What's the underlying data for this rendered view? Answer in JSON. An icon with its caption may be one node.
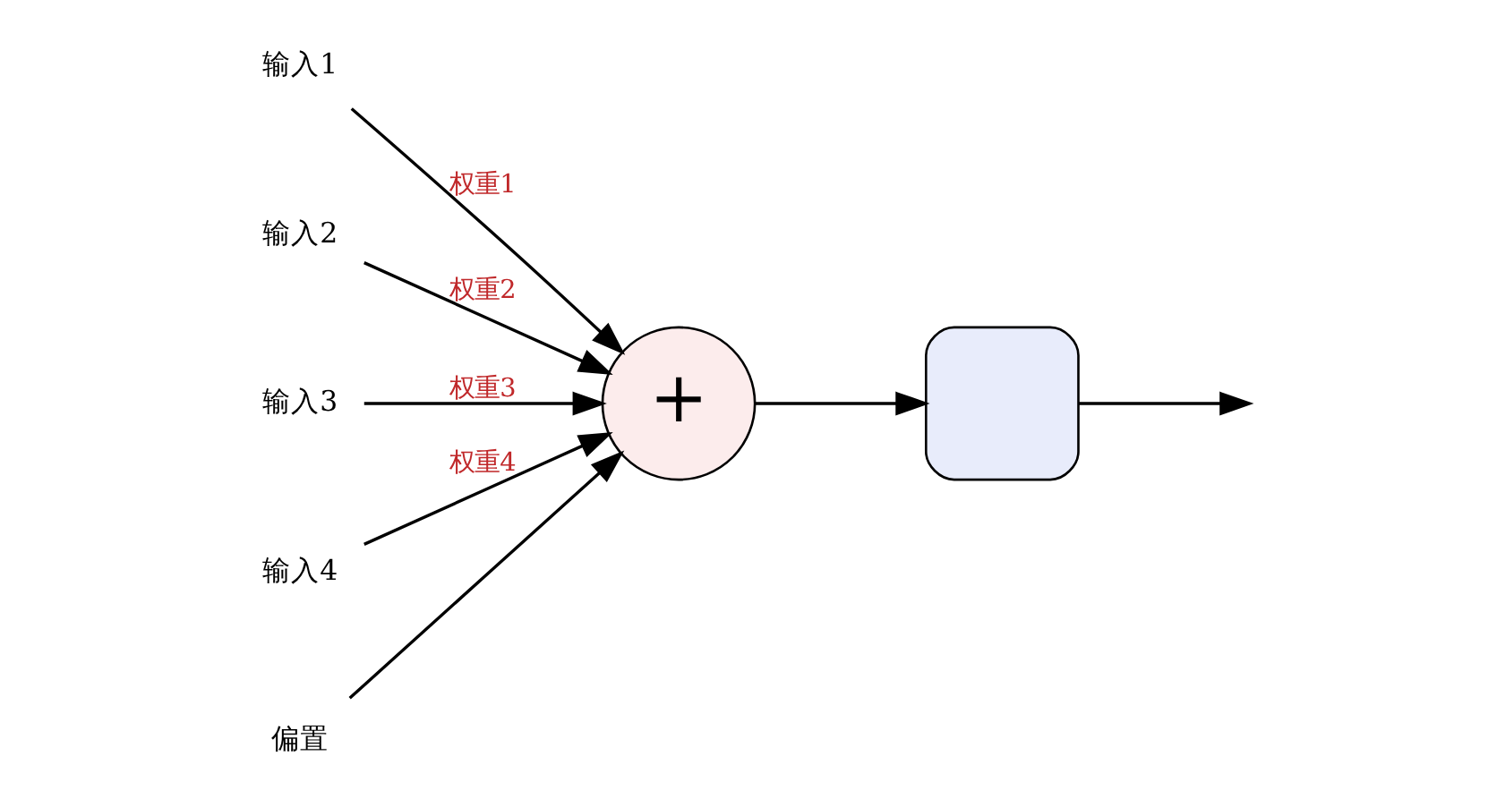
{
  "diagram": {
    "nodes": [
      {
        "text": [
          "输入1"
        ]
      },
      {
        "text": [
          "输入2"
        ]
      },
      {
        "text": [
          "输入3"
        ]
      },
      {
        "text": [
          "输入4"
        ]
      },
      {
        "text": [
          "偏置"
        ]
      },
      {
        "text": [
          "+"
        ]
      },
      {
        "text": [],
        "shape": "box"
      }
    ],
    "edges": [
      {
        "from": 0,
        "to": 5,
        "arrow": "to",
        "label": "权重1"
      },
      {
        "from": 1,
        "to": 5,
        "arrow": "to",
        "label": "权重2"
      },
      {
        "from": 2,
        "to": 5,
        "arrow": "to",
        "label": "权重3"
      },
      {
        "from": 3,
        "to": 5,
        "arrow": "to",
        "label": "权重4"
      },
      {
        "from": 4,
        "to": 5,
        "arrow": "to"
      },
      {
        "from": 5,
        "to": 6,
        "arrow": "to"
      },
      {
        "from": 6,
        "to": null,
        "arrow": "to"
      }
    ]
  }
}
